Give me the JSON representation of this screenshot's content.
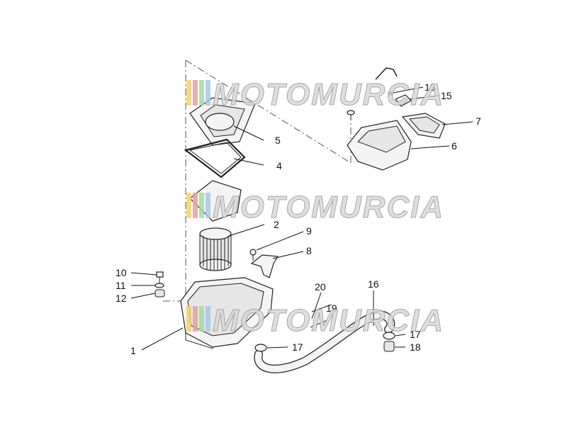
{
  "watermark": {
    "text": "MOTOMURCIA",
    "stripe_colors": [
      "#f2d36b",
      "#e8a0a0",
      "#a9d8a0",
      "#a8c8e8"
    ],
    "text_color": "#d9d9d9"
  },
  "callouts": [
    {
      "id": "c1",
      "label": "1"
    },
    {
      "id": "c2",
      "label": "2"
    },
    {
      "id": "c4",
      "label": "4"
    },
    {
      "id": "c5",
      "label": "5"
    },
    {
      "id": "c6",
      "label": "6"
    },
    {
      "id": "c7",
      "label": "7"
    },
    {
      "id": "c8",
      "label": "8"
    },
    {
      "id": "c9",
      "label": "9"
    },
    {
      "id": "c10",
      "label": "10"
    },
    {
      "id": "c11",
      "label": "11"
    },
    {
      "id": "c12",
      "label": "12"
    },
    {
      "id": "c13",
      "label": "13"
    },
    {
      "id": "c15",
      "label": "15"
    },
    {
      "id": "c16",
      "label": "16"
    },
    {
      "id": "c17a",
      "label": "17"
    },
    {
      "id": "c17b",
      "label": "17"
    },
    {
      "id": "c18",
      "label": "18"
    },
    {
      "id": "c19",
      "label": "19"
    },
    {
      "id": "c20",
      "label": "20"
    }
  ]
}
